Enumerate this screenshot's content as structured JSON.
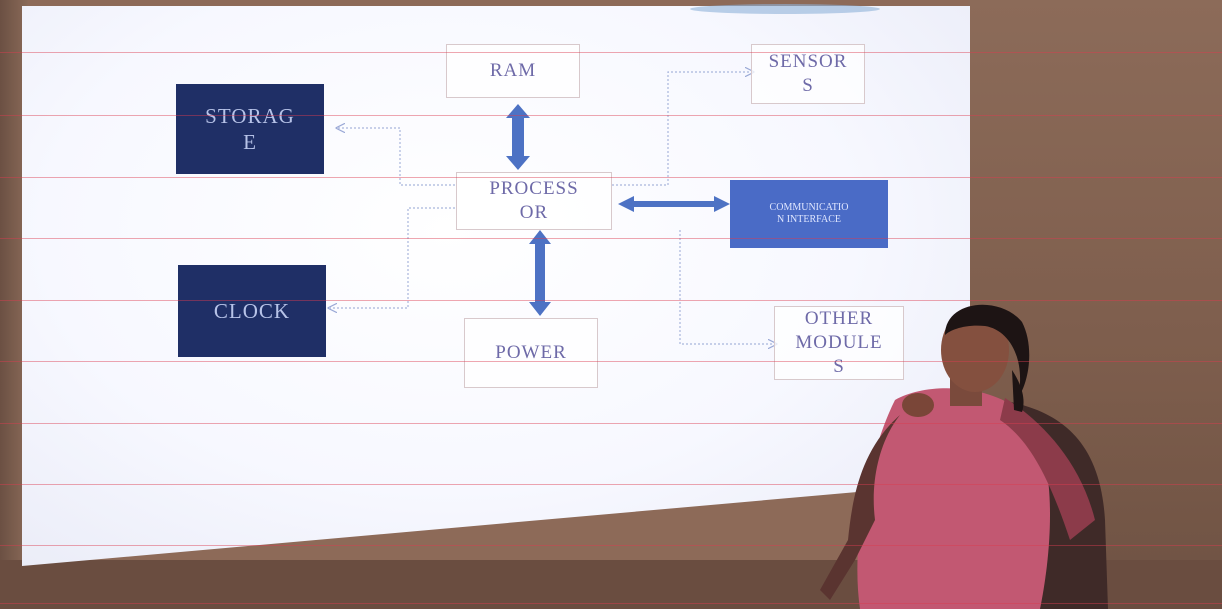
{
  "diagram": {
    "ram": "RAM",
    "sensors": "SENSOR\nS",
    "storage": "STORAG\nE",
    "processor": "PROCESS\nOR",
    "communication": "COMMUNICATIO\nN INTERFACE",
    "clock": "CLOCK",
    "other_modules": "OTHER\nMODULE\nS",
    "power": "POWER"
  },
  "colors": {
    "dark_block": "#1f2f66",
    "blue_block": "#4a6bc6",
    "arrow": "#4d72c4",
    "sari": "#c7556f"
  }
}
